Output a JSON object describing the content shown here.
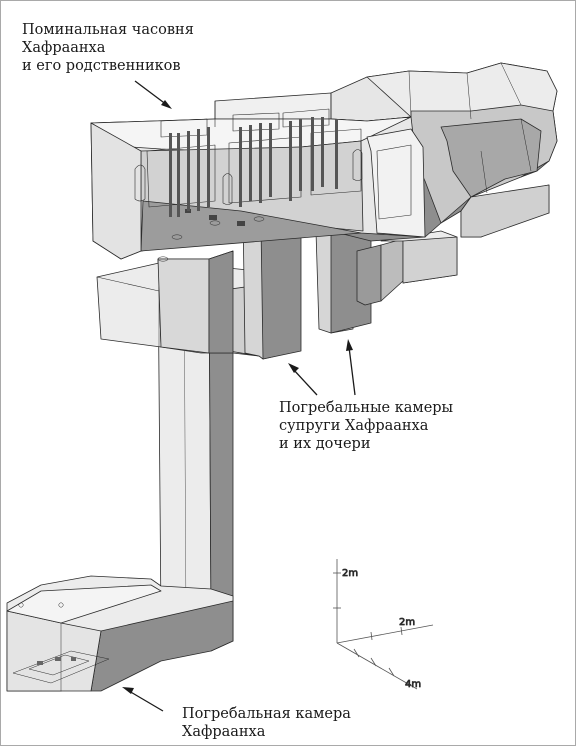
{
  "labels": {
    "chapel": [
      "Поминальная часовня",
      "Хафраанха",
      "и его родственников"
    ],
    "burial_family": [
      "Погребальные камеры",
      "супруги Хафраанха",
      "и их дочери"
    ],
    "burial_main": [
      "Погребальная камера",
      "Хафраанха"
    ]
  },
  "scale": {
    "vertical": "2m",
    "horizontal": "2m",
    "depth": "4m"
  },
  "colors": {
    "line": "#2b2b2b",
    "light_fill": "#ececec",
    "mid_fill": "#c4c4c4",
    "dark_fill": "#8e8e8e",
    "frame": "#a9a9a9"
  }
}
